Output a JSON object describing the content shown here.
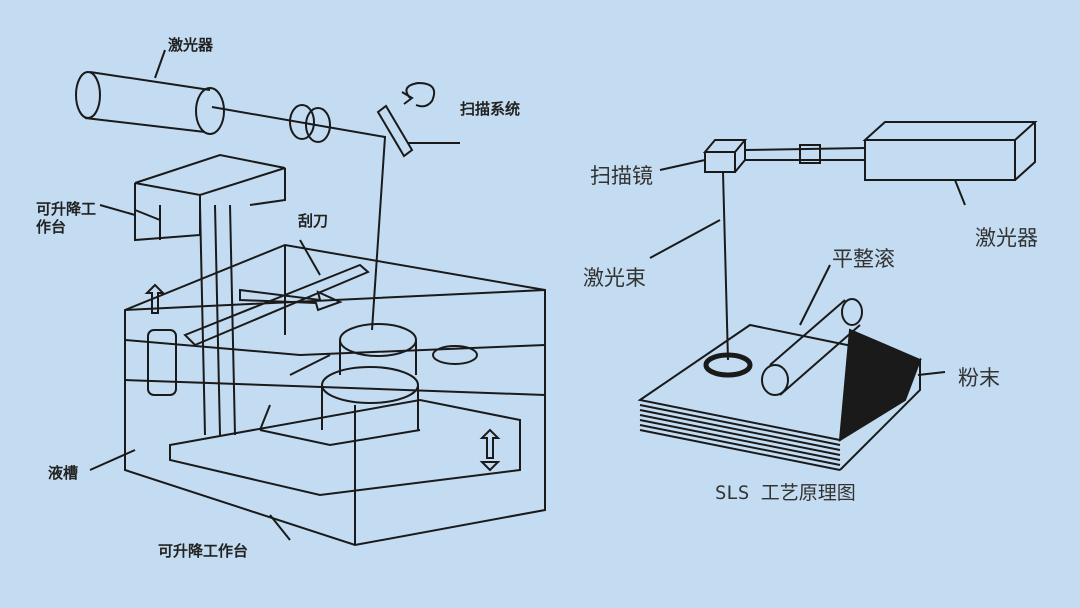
{
  "colors": {
    "background": "#c3dcf1",
    "line": "#1a1a1a"
  },
  "left_diagram": {
    "laser": "激光器",
    "scan_system": "扫描系统",
    "lift_platform_top": "可升降工作台",
    "scraper": "刮刀",
    "tank": "液槽",
    "lift_platform_bottom": "可升降工作台"
  },
  "right_diagram": {
    "scan_mirror": "扫描镜",
    "laser_beam": "激光束",
    "leveling_roller": "平整滚",
    "laser": "激光器",
    "powder": "粉末",
    "caption": "SLS 工艺原理图"
  }
}
